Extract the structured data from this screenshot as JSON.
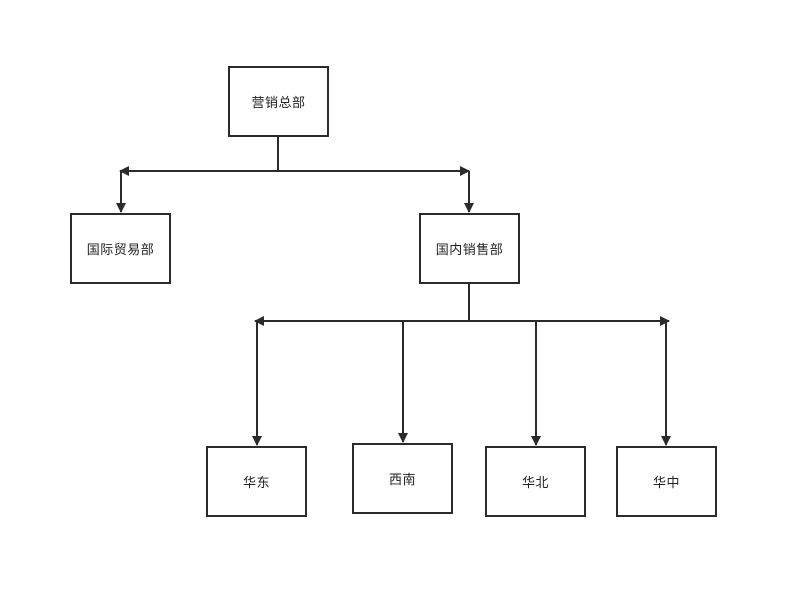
{
  "nodes": {
    "root": "营销总部",
    "intl": "国际贸易部",
    "domestic": "国内销售部",
    "east": "华东",
    "southwest": "西南",
    "north": "华北",
    "central": "华中"
  },
  "colors": {
    "line": "#2b2b2b",
    "box_border": "#2b2b2b",
    "text": "#222222",
    "background": "#ffffff"
  }
}
